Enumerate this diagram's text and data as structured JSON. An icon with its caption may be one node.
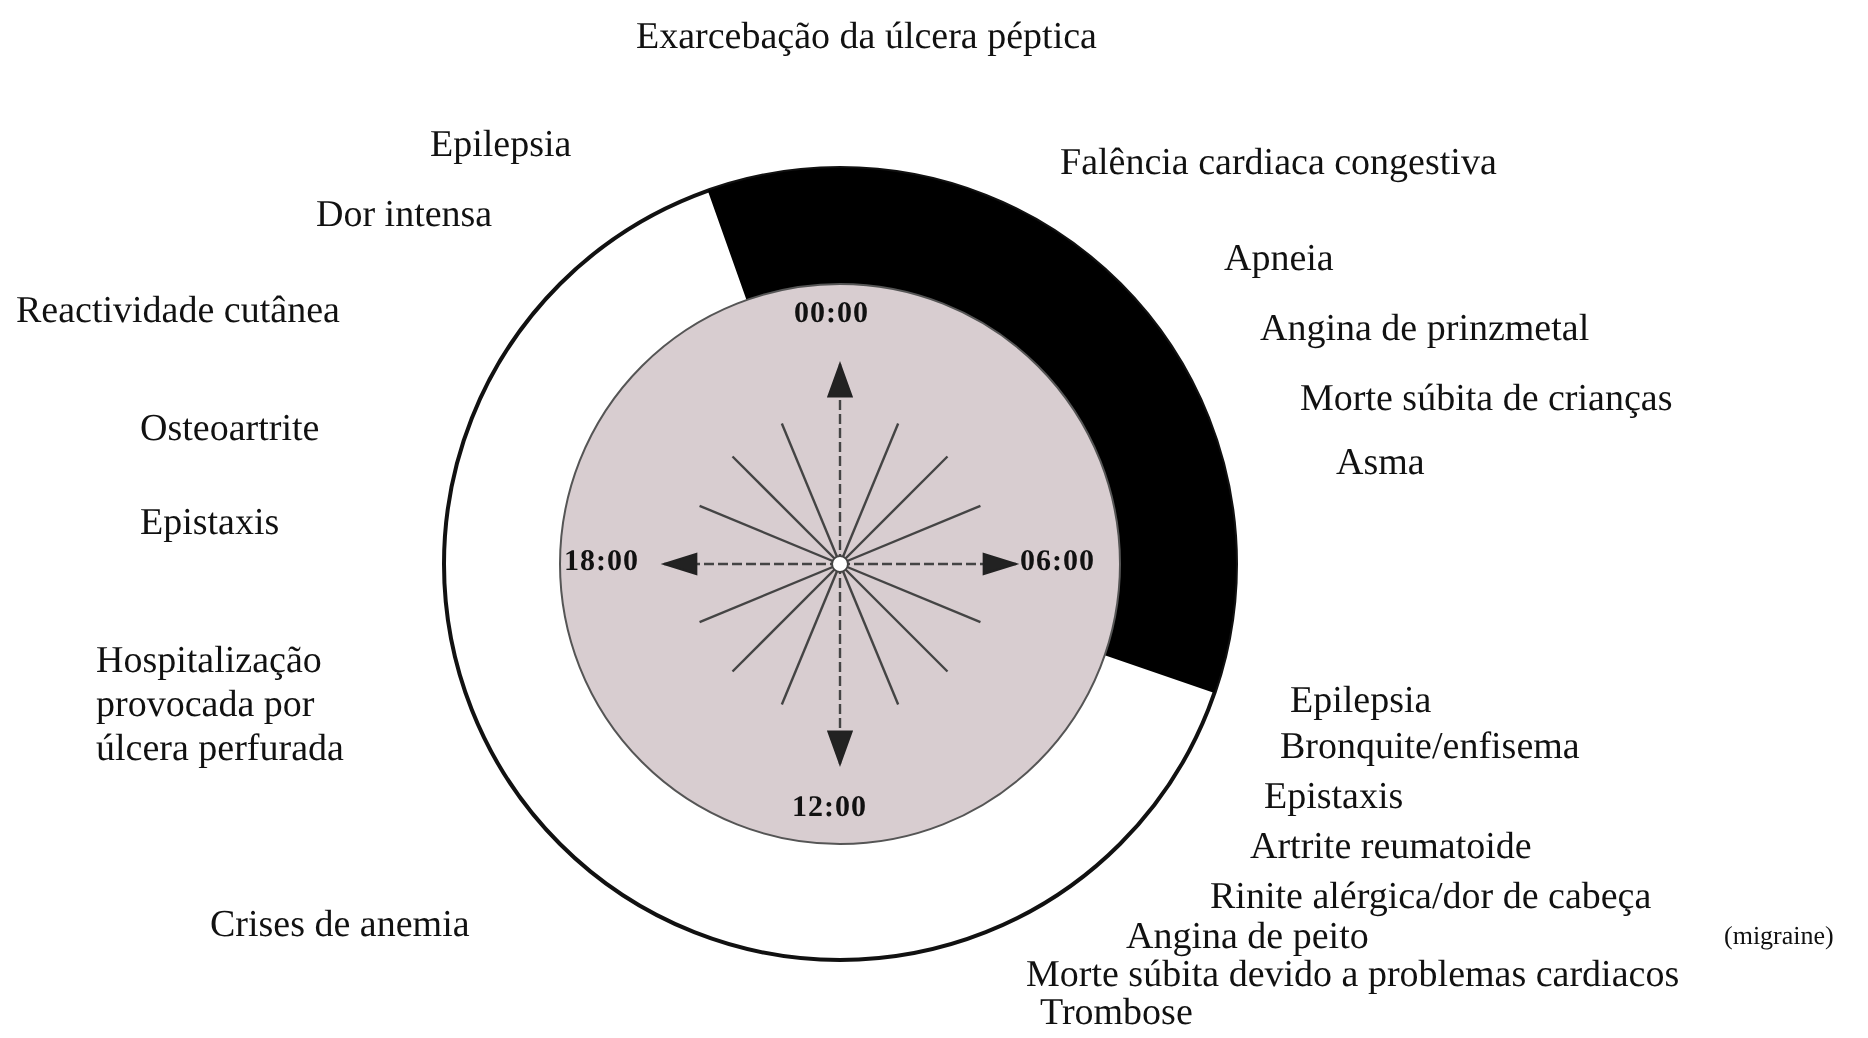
{
  "diagram": {
    "labels": [
      "Exarcebação da úlcera péptica",
      "Epilepsia",
      "Falência cardiaca congestiva",
      "Dor intensa",
      "Apneia",
      "Reactividade cutânea",
      "Angina de prinzmetal",
      "00:00",
      "Morte súbita de crianças",
      "Osteoartrite",
      "Asma",
      "Epistaxis",
      "18:00",
      "06:00",
      "Hospitalização provocada por úlcera perfurada",
      "Epilepsia",
      "Bronquite/enfisema",
      "12:00",
      "Epistaxis",
      "Artrite reumatoide",
      "Rinite alérgica/dor de cabeça",
      "(migraine)",
      "Crises de anemia",
      "Angina de peito",
      "Morte súbita devido a problemas cardiacos",
      "Trombose"
    ]
  }
}
